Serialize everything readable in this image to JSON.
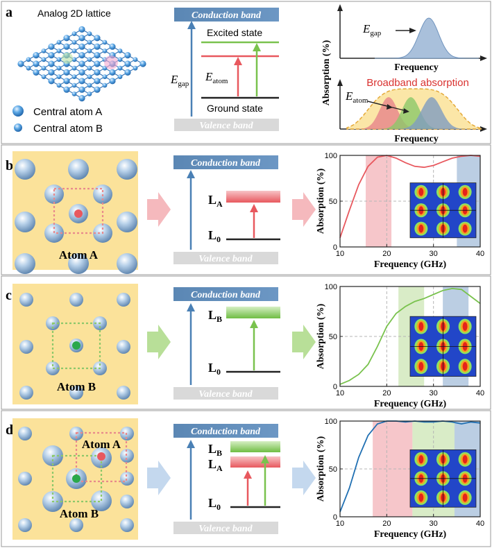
{
  "panels": {
    "a": {
      "letter": "a",
      "lattice_title": "Analog 2D lattice",
      "legend_a": "Central atom A",
      "legend_b": "Central atom B",
      "conduction": "Conduction band",
      "valence": "Valence band",
      "excited": "Excited state",
      "ground": "Ground state",
      "egap_main": "E",
      "egap_sub": "gap",
      "eatom_main": "E",
      "eatom_sub": "atom",
      "top_ylabel": "Absorption (%)",
      "top_xlabel": "Frequency",
      "top_egap_main": "E",
      "top_egap_sub": "gap",
      "broadband": "Broadband absorption",
      "bottom_eatom_main": "E",
      "bottom_eatom_sub": "atom",
      "bottom_xlabel": "Frequency"
    },
    "b": {
      "letter": "b",
      "atom_label": "Atom A",
      "conduction": "Conduction band",
      "valence": "Valence band",
      "level_top_main": "L",
      "level_top_sub": "A",
      "level_bottom_main": "L",
      "level_bottom_sub": "0"
    },
    "c": {
      "letter": "c",
      "atom_label": "Atom B",
      "conduction": "Conduction band",
      "valence": "Valence band",
      "level_top_main": "L",
      "level_top_sub": "B",
      "level_bottom_main": "L",
      "level_bottom_sub": "0"
    },
    "d": {
      "letter": "d",
      "atom_a_label": "Atom A",
      "atom_b_label": "Atom B",
      "conduction": "Conduction band",
      "valence": "Valence band",
      "level_b_main": "L",
      "level_b_sub": "B",
      "level_a_main": "L",
      "level_a_sub": "A",
      "level_0_main": "L",
      "level_0_sub": "0"
    }
  },
  "colors": {
    "lattice_bg": "#fbe29a",
    "conduction_band": "#5b87b4",
    "valence_band": "#d9d9d9",
    "red": "#e8585e",
    "green": "#79c24d",
    "blue": "#4a80b5",
    "panel_border": "#9a9a9a"
  },
  "chart_data": [
    {
      "type": "line",
      "panel": "b",
      "xlabel": "Frequency (GHz)",
      "ylabel": "Absorption (%)",
      "xlim": [
        10,
        40
      ],
      "ylim": [
        0,
        100
      ],
      "xticks": [
        "10",
        "20",
        "30",
        "40"
      ],
      "yticks": [
        "0",
        "50",
        "100"
      ],
      "series": [
        {
          "color": "#e8585e",
          "x": [
            10,
            12,
            14,
            16,
            18,
            20,
            22,
            24,
            26,
            28,
            30,
            32,
            34,
            36,
            38,
            40
          ],
          "y": [
            10,
            40,
            68,
            88,
            98,
            100,
            97,
            92,
            88,
            87,
            89,
            93,
            97,
            99,
            100,
            99
          ]
        }
      ],
      "shaded_bands": [
        {
          "x0": 15.5,
          "x1": 21,
          "color": "#f4b8bd"
        },
        {
          "x0": 35,
          "x1": 40,
          "color": "#aac2dc"
        }
      ]
    },
    {
      "type": "line",
      "panel": "c",
      "xlabel": "Frequency (GHz)",
      "ylabel": "Absorption (%)",
      "xlim": [
        10,
        40
      ],
      "ylim": [
        0,
        100
      ],
      "xticks": [
        "10",
        "20",
        "30",
        "40"
      ],
      "yticks": [
        "0",
        "50",
        "100"
      ],
      "series": [
        {
          "color": "#79c24d",
          "x": [
            10,
            12,
            14,
            16,
            18,
            20,
            22,
            24,
            26,
            28,
            30,
            32,
            34,
            36,
            38,
            40
          ],
          "y": [
            2,
            6,
            12,
            22,
            40,
            60,
            73,
            80,
            85,
            88,
            92,
            96,
            98,
            97,
            90,
            83
          ]
        }
      ],
      "shaded_bands": [
        {
          "x0": 22.5,
          "x1": 28,
          "color": "#cfe7b9"
        },
        {
          "x0": 32,
          "x1": 37.5,
          "color": "#aac2dc"
        }
      ]
    },
    {
      "type": "line",
      "panel": "d",
      "xlabel": "Frequency (GHz)",
      "ylabel": "Absorption (%)",
      "xlim": [
        10,
        40
      ],
      "ylim": [
        0,
        100
      ],
      "xticks": [
        "10",
        "20",
        "30",
        "40"
      ],
      "yticks": [
        "0",
        "50",
        "100"
      ],
      "series": [
        {
          "color": "#1f6fb2",
          "x": [
            10,
            12,
            14,
            16,
            18,
            20,
            22,
            24,
            26,
            28,
            30,
            32,
            34,
            36,
            38,
            40
          ],
          "y": [
            5,
            30,
            62,
            85,
            97,
            100,
            100,
            99,
            100,
            99,
            99,
            100,
            99,
            97,
            99,
            98
          ]
        }
      ],
      "shaded_bands": [
        {
          "x0": 17,
          "x1": 25.5,
          "color": "#f4b8bd"
        },
        {
          "x0": 25.5,
          "x1": 34.5,
          "color": "#cfe7b9"
        },
        {
          "x0": 34.5,
          "x1": 40,
          "color": "#aac2dc"
        }
      ]
    }
  ]
}
